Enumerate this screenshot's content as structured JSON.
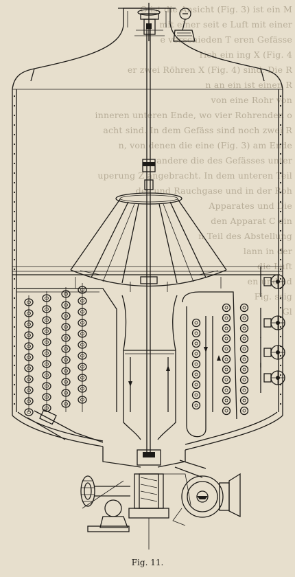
{
  "figure": {
    "caption": "Fig. 11."
  },
  "bleed_text": [
    "O ist die Ansicht (Fig. 3) ist ein M",
    "mit einer seit           e Luft mit einer",
    "e verschieden T           eren Gefässe",
    "rich ein            ing X (Fig. 4",
    "er zwei Röhren           X (Fig. 4) sind. Die R",
    "n an             ein       ist einen R",
    "von       eine           Rohr von",
    "inneren unteren Ende, wo vier Rohrenden o",
    "acht sind. In dem Gefäss sind noch zwei R",
    "n, von denen die eine (Fig. 3) am Ende",
    "andere      die     des Gefässes unter",
    "uperung Z angebracht.  In dem unteren Teil",
    "des und Rauchgase          und in der Roh",
    "Apparates       und       Die",
    "den Apparat               C ein",
    "n Teil des                   Abstellung",
    "lann               in der",
    "die        Luft",
    "en und                       nd",
    "                     Fig.  ssig",
    "                                    Gl"
  ]
}
